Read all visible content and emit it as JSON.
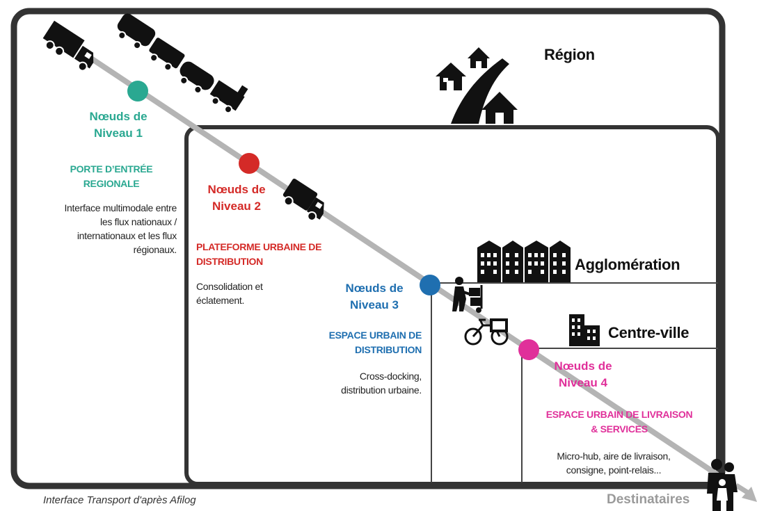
{
  "colors": {
    "level1": "#2aa891",
    "level2": "#d42a27",
    "level3": "#1f6fb0",
    "level4": "#e0309a",
    "frame": "#333333",
    "route": "#b4b4b4",
    "destination": "#9a9a9a"
  },
  "zones": {
    "region": "Région",
    "agglomeration": "Agglomération",
    "centre_ville": "Centre-ville"
  },
  "nodes": [
    {
      "title_line1": "Nœuds de",
      "title_line2": "Niveau 1",
      "subtitle_line1": "PORTE D’ENTRÉE",
      "subtitle_line2": "REGIONALE",
      "desc_line1": "Interface multimodale entre",
      "desc_line2": "les flux nationaux /",
      "desc_line3": "internationaux et les flux",
      "desc_line4": "régionaux."
    },
    {
      "title_line1": "Nœuds de",
      "title_line2": "Niveau 2",
      "subtitle_line1": "PLATEFORME URBAINE DE",
      "subtitle_line2": "DISTRIBUTION",
      "desc_line1": "Consolidation et",
      "desc_line2": "éclatement."
    },
    {
      "title_line1": "Nœuds de",
      "title_line2": "Niveau 3",
      "subtitle_line1": "ESPACE URBAIN DE",
      "subtitle_line2": "DISTRIBUTION",
      "desc_line1": "Cross-docking,",
      "desc_line2": "distribution urbaine."
    },
    {
      "title_line1": "Nœuds de",
      "title_line2": "Niveau 4",
      "subtitle_line1": "ESPACE URBAIN DE LIVRAISON",
      "subtitle_line2": "& SERVICES",
      "desc_line1": "Micro-hub, aire de livraison,",
      "desc_line2": "consigne, point-relais..."
    }
  ],
  "destination_label": "Destinataires",
  "caption": "Interface Transport d'après Afilog",
  "icons": [
    "truck-icon",
    "train-icon",
    "van-icon",
    "houses-icon",
    "road-icon",
    "apartment-buildings-icon",
    "office-building-icon",
    "hand-truck-worker-icon",
    "cargo-bike-icon",
    "family-icon",
    "arrow-icon"
  ]
}
